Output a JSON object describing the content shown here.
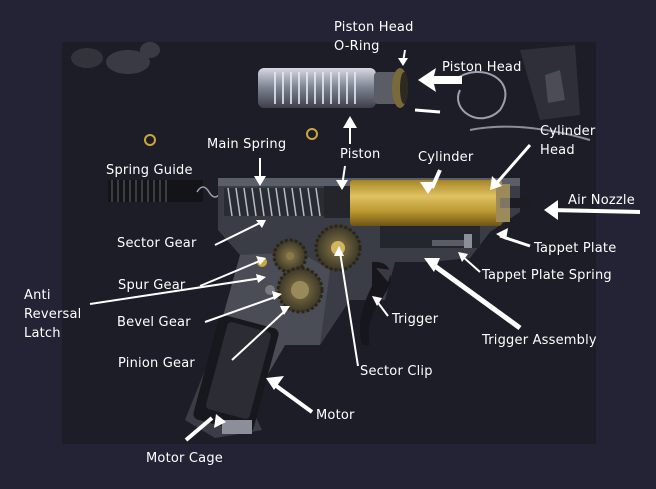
{
  "labels": {
    "piston_head_oring": "Piston Head\nO-Ring",
    "piston_head": "Piston Head",
    "main_spring": "Main Spring",
    "piston": "Piston",
    "cylinder": "Cylinder",
    "cylinder_head": "Cylinder\nHead",
    "spring_guide": "Spring Guide",
    "air_nozzle": "Air Nozzle",
    "sector_gear": "Sector Gear",
    "tappet_plate": "Tappet Plate",
    "tappet_plate_spring": "Tappet Plate Spring",
    "spur_gear": "Spur Gear",
    "anti_reversal_latch": "Anti\nReversal\nLatch",
    "bevel_gear": "Bevel Gear",
    "trigger": "Trigger",
    "trigger_assembly": "Trigger Assembly",
    "pinion_gear": "Pinion Gear",
    "sector_clip": "Sector Clip",
    "motor": "Motor",
    "motor_cage": "Motor Cage"
  },
  "colors": {
    "background": "#232335",
    "photo_dark": "#1a1a24",
    "gearbox_shell": "#3a3d45",
    "brass_cylinder": "#c9a640",
    "label_text": "#ffffff",
    "arrow": "#ffffff"
  }
}
